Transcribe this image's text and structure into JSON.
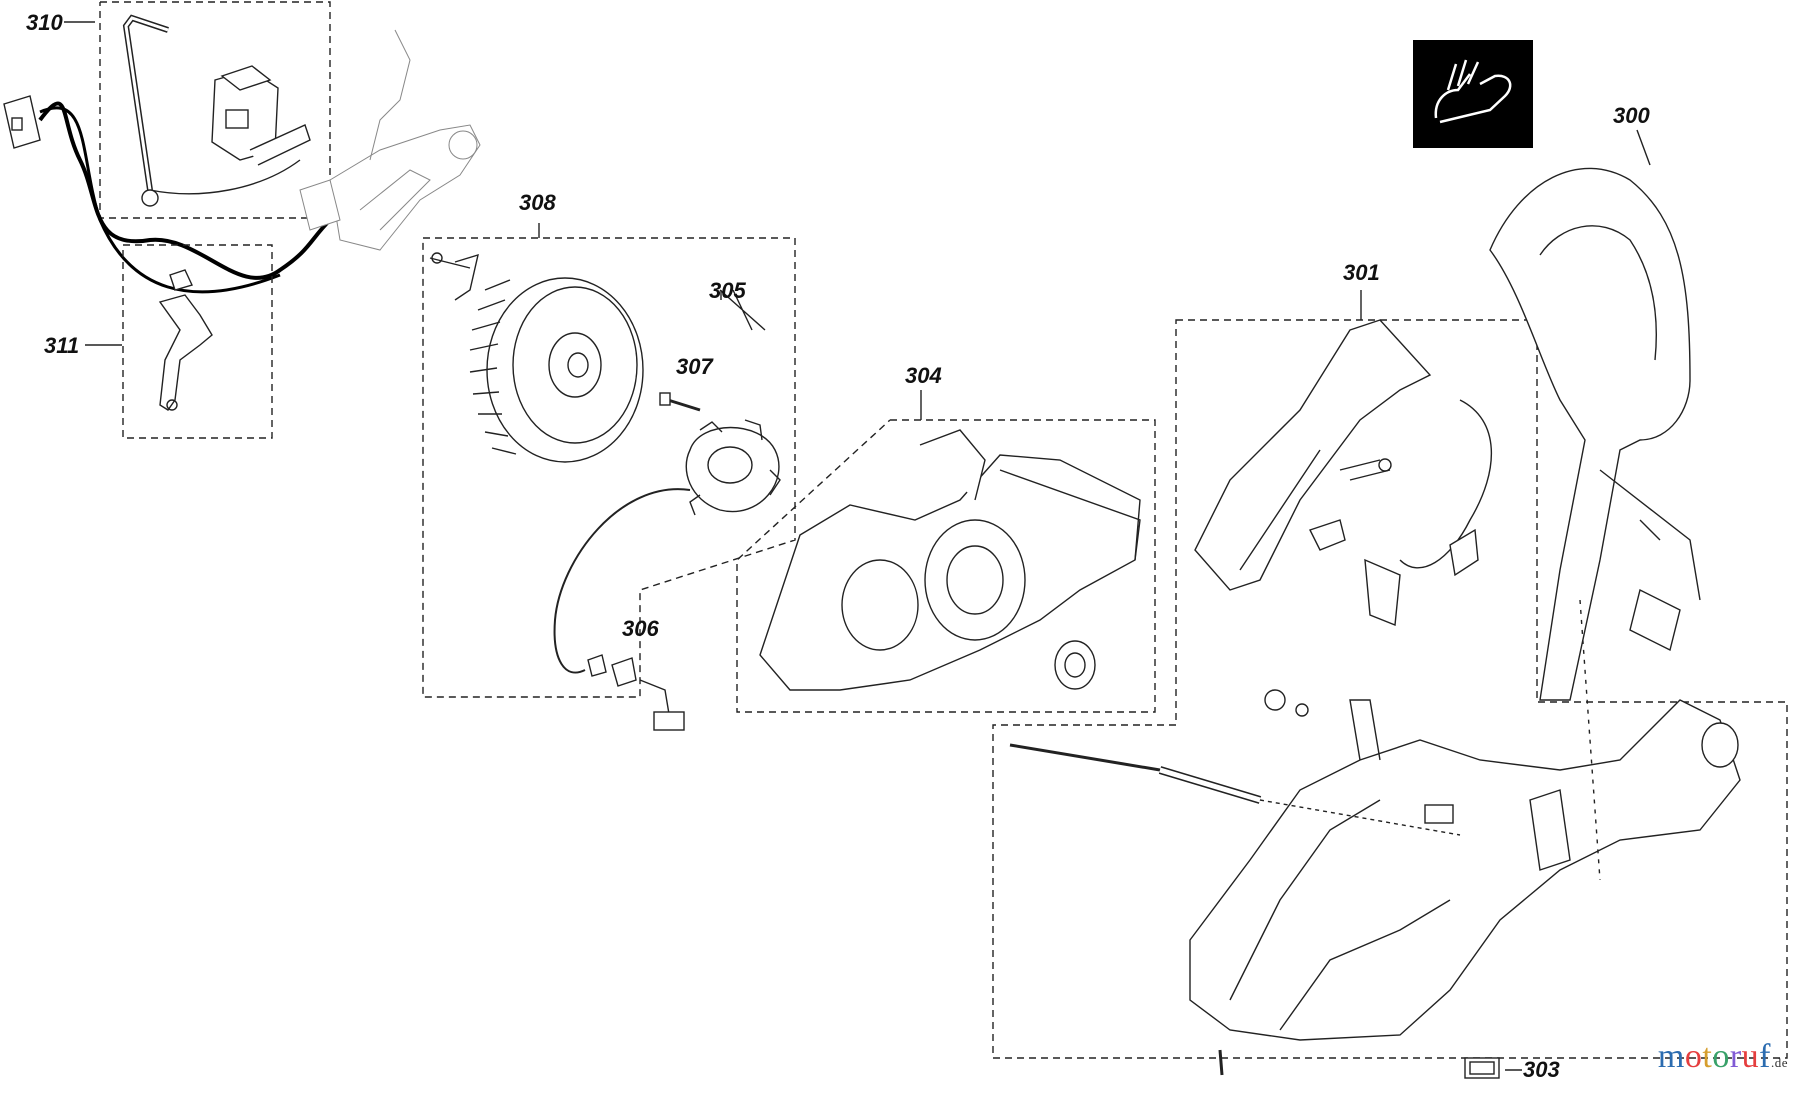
{
  "diagram": {
    "callouts": {
      "c300": "300",
      "c301": "301",
      "c303": "303",
      "c304": "304",
      "c305": "305",
      "c306": "306",
      "c307": "307",
      "c308": "308",
      "c310": "310",
      "c311": "311"
    },
    "symbol_icon": "glove-hand-protection-icon",
    "watermark": {
      "text": "motoruf",
      "domain": ".de",
      "letter_colors": [
        "#2b6cb0",
        "#e53e3e",
        "#d69e2e",
        "#38a169",
        "#805ad5",
        "#e53e3e",
        "#2b6cb0"
      ]
    }
  }
}
